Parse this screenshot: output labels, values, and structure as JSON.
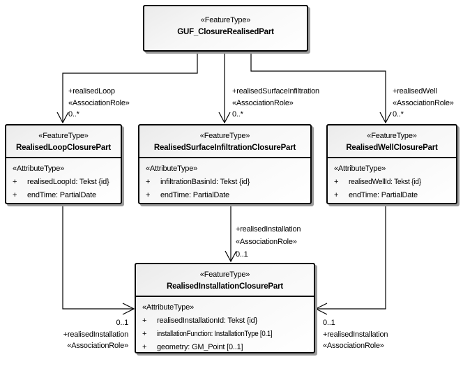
{
  "diagram_type": "uml-class-diagram",
  "colors": {
    "line": "#000000",
    "box_border": "#050505",
    "box_fill_top": "#ebebeb",
    "box_fill_bottom": "#ffffff",
    "box_shadow": "#9b9b9b",
    "text": "#000000",
    "canvas_bg": "#ffffff"
  },
  "classes": {
    "guf": {
      "stereotype": "«FeatureType»",
      "name": "GUF_ClosureRealisedPart"
    },
    "loop": {
      "stereotype": "«FeatureType»",
      "name": "RealisedLoopClosurePart",
      "attr_stereotype": "«AttributeType»",
      "attributes": [
        {
          "vis": "+",
          "text": "realisedLoopId: Tekst {id}"
        },
        {
          "vis": "+",
          "text": "endTime: PartialDate"
        }
      ]
    },
    "surface": {
      "stereotype": "«FeatureType»",
      "name": "RealisedSurfaceInfiltrationClosurePart",
      "attr_stereotype": "«AttributeType»",
      "attributes": [
        {
          "vis": "+",
          "text": "infiltrationBasinId: Tekst {id}"
        },
        {
          "vis": "+",
          "text": "endTime: PartialDate"
        }
      ]
    },
    "well": {
      "stereotype": "«FeatureType»",
      "name": "RealisedWellClosurePart",
      "attr_stereotype": "«AttributeType»",
      "attributes": [
        {
          "vis": "+",
          "text": "realisedWellId: Tekst {id}"
        },
        {
          "vis": "+",
          "text": "endTime: PartialDate"
        }
      ]
    },
    "installation": {
      "stereotype": "«FeatureType»",
      "name": "RealisedInstallationClosurePart",
      "attr_stereotype": "«AttributeType»",
      "attributes": [
        {
          "vis": "+",
          "text": "realisedInstallationId: Tekst {id}"
        },
        {
          "vis": "+",
          "text": "installationFunction: InstallationType [0.1]"
        },
        {
          "vis": "+",
          "text": "geometry: GM_Point [0..1]"
        }
      ]
    }
  },
  "connectors": {
    "realised_loop": {
      "lines": [
        "+realisedLoop",
        "«AssociationRole»",
        "0..*"
      ]
    },
    "realised_surface_infiltration": {
      "lines": [
        "+realisedSurfaceInfiltration",
        "«AssociationRole»",
        "0..*"
      ]
    },
    "realised_well": {
      "lines": [
        "+realisedWell",
        "«AssociationRole»",
        "0..*"
      ]
    },
    "realised_installation_mid": {
      "lines": [
        "+realisedInstallation",
        "«AssociationRole»",
        "0..1"
      ]
    },
    "realised_installation_left": {
      "lines": [
        "0..1",
        "+realisedInstallation",
        "«AssociationRole»"
      ]
    },
    "realised_installation_right": {
      "lines": [
        "0..1",
        "+realisedInstallation",
        "«AssociationRole»"
      ]
    }
  }
}
